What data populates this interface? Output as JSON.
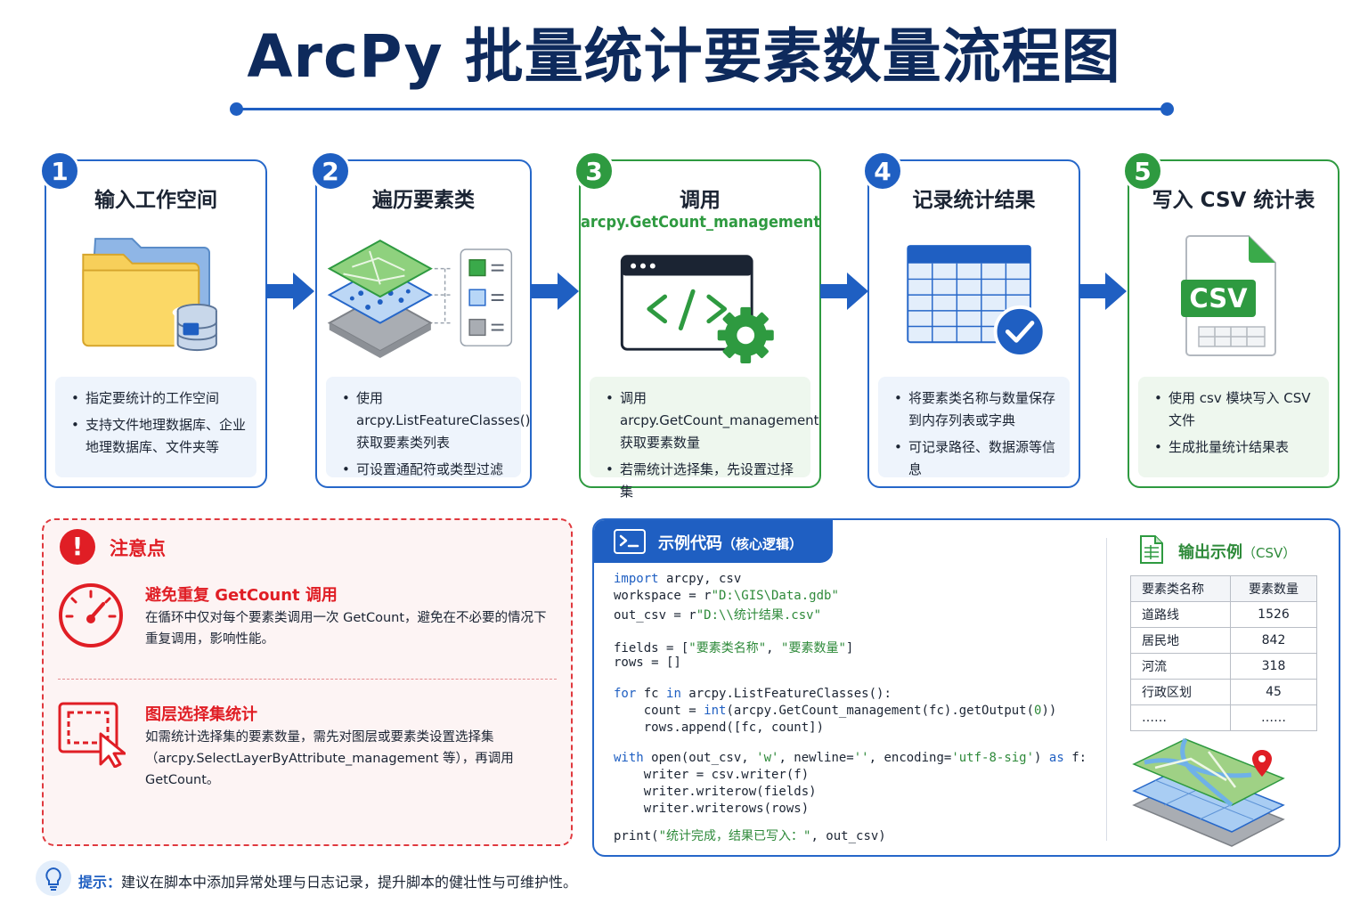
{
  "header": {
    "title": "ArcPy 批量统计要素数量流程图"
  },
  "steps": [
    {
      "num": "1",
      "title": "输入工作空间",
      "subtitle": "",
      "bullets": [
        "指定要统计的工作空间",
        "支持文件地理数据库、企业地理数据库、文件夹等"
      ]
    },
    {
      "num": "2",
      "title": "遍历要素类",
      "subtitle": "",
      "bullets": [
        "使用 arcpy.ListFeatureClasses() 获取要素类列表",
        "可设置通配符或类型过滤"
      ]
    },
    {
      "num": "3",
      "title": "调用",
      "subtitle": "arcpy.GetCount_management",
      "bullets": [
        "调用 arcpy.GetCount_management 获取要素数量",
        "若需统计选择集，先设置过择集"
      ]
    },
    {
      "num": "4",
      "title": "记录统计结果",
      "subtitle": "",
      "bullets": [
        "将要素类名称与数量保存到内存列表或字典",
        "可记录路径、数据源等信息"
      ]
    },
    {
      "num": "5",
      "title": "写入 CSV 统计表",
      "subtitle": "",
      "bullets": [
        "使用 csv 模块写入 CSV 文件",
        "生成批量统计结果表"
      ]
    }
  ],
  "csv_badge": "CSV",
  "notes": {
    "heading_icon": "!",
    "heading": "注意点",
    "items": [
      {
        "icon": "gauge-icon",
        "title": "避免重复 GetCount 调用",
        "text": "在循环中仅对每个要素类调用一次 GetCount，避免在不必要的情况下重复调用，影响性能。"
      },
      {
        "icon": "selection-icon",
        "title": "图层选择集统计",
        "text": "如需统计选择集的要素数量，需先对图层或要素类设置选择集（arcpy.SelectLayerByAttribute_management 等），再调用 GetCount。"
      }
    ]
  },
  "code": {
    "tab_label": "示例代码",
    "tab_sub": "（核心逻辑）",
    "lines": [
      "import arcpy, csv",
      "workspace = r\"D:\\GIS\\Data.gdb\"",
      "out_csv = r\"D:\\\\统计结果.csv\"",
      "fields = [\"要素类名称\", \"要素数量\"]",
      "rows = []",
      "for fc in arcpy.ListFeatureClasses():",
      "    count = int(arcpy.GetCount_management(fc).getOutput(0))",
      "    rows.append([fc, count])",
      "with open(out_csv, 'w', newline='', encoding='utf-8-sig') as f:",
      "    writer = csv.writer(f)",
      "    writer.writerow(fields)",
      "    writer.writerows(rows)",
      "print(\"统计完成，结果已写入：\", out_csv)"
    ]
  },
  "output": {
    "title": "输出示例",
    "title_sub": "（CSV）",
    "columns": [
      "要素类名称",
      "要素数量"
    ],
    "rows": [
      [
        "道路线",
        "1526"
      ],
      [
        "居民地",
        "842"
      ],
      [
        "河流",
        "318"
      ],
      [
        "行政区划",
        "45"
      ],
      [
        "……",
        "……"
      ]
    ]
  },
  "tip": {
    "label": "提示：",
    "text": "建议在脚本中添加异常处理与日志记录，提升脚本的健壮性与可维护性。"
  },
  "colors": {
    "blue": "#1f5fc2",
    "green": "#2e9a40",
    "red": "#e01e25",
    "navy": "#0e2a5c"
  }
}
